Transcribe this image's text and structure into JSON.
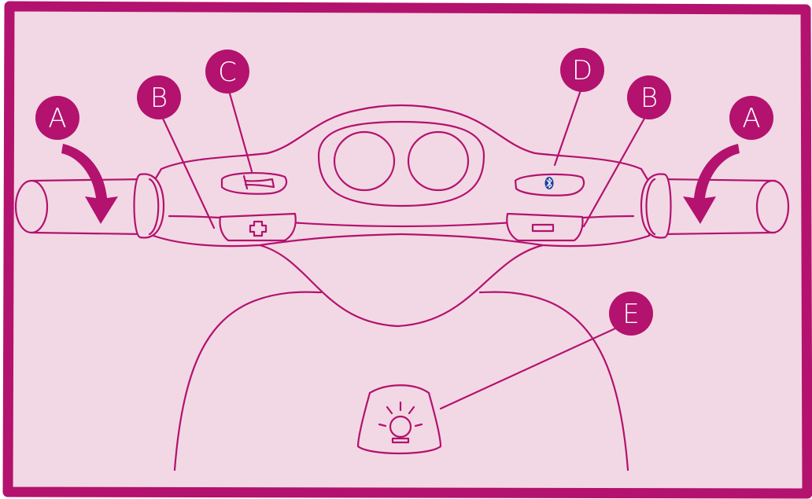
{
  "colors": {
    "accent": "#b3126f",
    "background": "#f2d8e4",
    "bluetooth": "#1d3f9e"
  },
  "callouts": [
    {
      "id": "A-left",
      "letter": "A"
    },
    {
      "id": "B-left",
      "letter": "B"
    },
    {
      "id": "C",
      "letter": "C"
    },
    {
      "id": "D",
      "letter": "D"
    },
    {
      "id": "B-right",
      "letter": "B"
    },
    {
      "id": "A-right",
      "letter": "A"
    },
    {
      "id": "E",
      "letter": "E"
    }
  ],
  "controls": [
    {
      "letter": "A",
      "icon": "twist-throttle-arrow-icon"
    },
    {
      "letter": "B",
      "icon": "plus-icon"
    },
    {
      "letter": "B",
      "icon": "minus-icon"
    },
    {
      "letter": "C",
      "icon": "horn-icon"
    },
    {
      "letter": "D",
      "icon": "bluetooth-icon"
    },
    {
      "letter": "E",
      "icon": "headlight-icon"
    }
  ]
}
